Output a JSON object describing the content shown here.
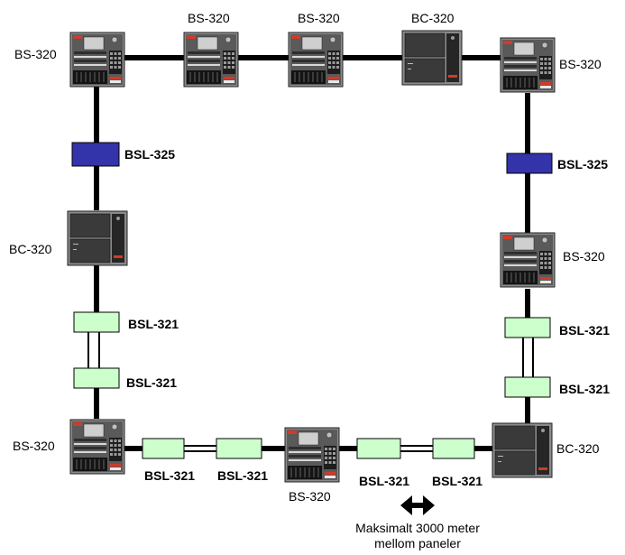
{
  "panels": {
    "top_left": "BS-320",
    "top_2": "BS-320",
    "top_3": "BS-320",
    "top_4": "BC-320",
    "top_right": "BS-320",
    "left_mid": "BC-320",
    "right_mid": "BS-320",
    "bottom_left": "BS-320",
    "bottom_mid": "BS-320",
    "bottom_right": "BC-320"
  },
  "links": {
    "left_bsl325": "BSL-325",
    "right_bsl325": "BSL-325",
    "left_bsl321_top": "BSL-321",
    "left_bsl321_bottom": "BSL-321",
    "right_bsl321_top": "BSL-321",
    "right_bsl321_bottom": "BSL-321",
    "bottom_bsl321_1": "BSL-321",
    "bottom_bsl321_2": "BSL-321",
    "bottom_bsl321_3": "BSL-321",
    "bottom_bsl321_4": "BSL-321"
  },
  "note": {
    "line1": "Maksimalt 3000 meter",
    "line2": "mellom paneler"
  },
  "colors": {
    "bsl325": "#3333aa",
    "bsl321": "#ccffcc",
    "panel_bg": "#888888"
  },
  "icons": [
    "double-arrow-icon"
  ]
}
